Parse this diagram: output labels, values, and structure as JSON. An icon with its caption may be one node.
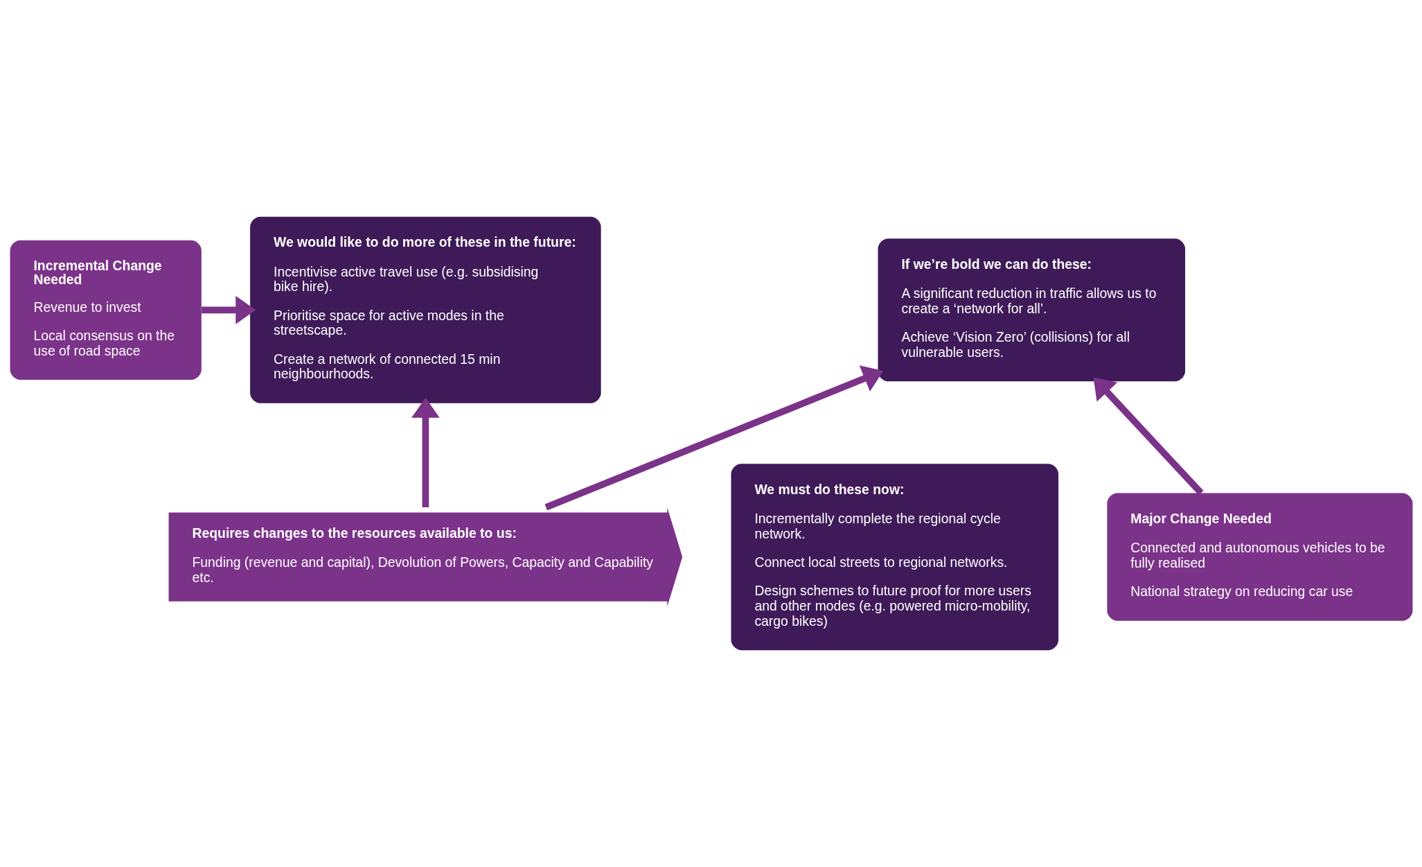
{
  "diagram": {
    "nodes": [
      {
        "text": [
          "Incremental Change Needed",
          "Revenue to invest",
          "Local consensus on the use of road space"
        ]
      },
      {
        "text": [
          "We would like to do more of these in the future:",
          "Incentivise active travel use (e.g. subsidising bike hire).",
          "Prioritise space for active modes in the streetscape.",
          "Create a network of connected 15 min neighbourhoods."
        ]
      },
      {
        "text": [
          "If we’re bold we can do these:",
          "A significant reduction in traffic allows us to create a ‘network for all’.",
          "Achieve ‘Vision Zero’ (collisions) for all vulnerable users."
        ]
      },
      {
        "text": [
          "We must do these now:",
          "Incrementally complete the regional cycle network.",
          "Connect local streets to regional networks.",
          "Design schemes to future proof for more users and other modes (e.g. powered micro-mobility, cargo bikes)"
        ]
      },
      {
        "text": [
          "Major Change Needed",
          "Connected and autonomous vehicles to be fully realised",
          "National strategy on reducing car use"
        ]
      },
      {
        "text": [
          "Requires changes to the resources available to us:",
          "Funding (revenue and capital), Devolution of Powers, Capacity and Capability etc."
        ]
      }
    ],
    "edges": [
      {
        "from": 0,
        "to": 1,
        "arrow": "to"
      },
      {
        "from": 5,
        "to": 1,
        "arrow": "to"
      },
      {
        "from": 4,
        "to": 2,
        "arrow": "to"
      },
      {
        "from": 5,
        "to": 2,
        "arrow": "to"
      }
    ]
  }
}
